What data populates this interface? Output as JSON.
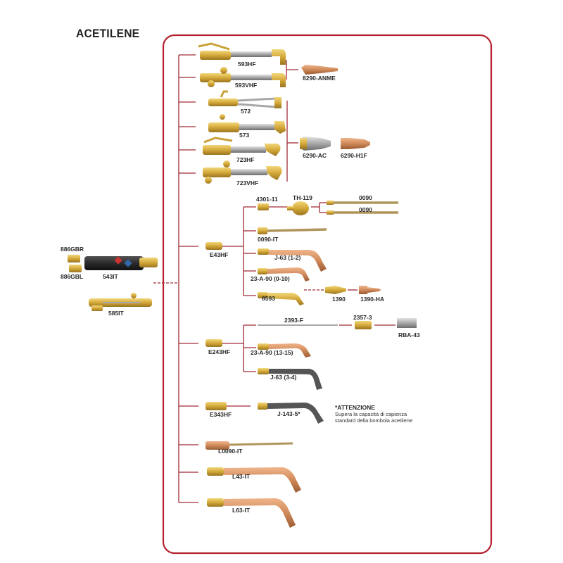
{
  "title": "ACETILENE",
  "labels": {
    "t593hf": "593HF",
    "t593vhf": "593VHF",
    "t8290": "8290-ANME",
    "t572": "572",
    "t573": "573",
    "t723hf": "723HF",
    "t723vhf": "723VHF",
    "t6290ac": "6290-AC",
    "t6290h1f": "6290-H1F",
    "t4301": "4301-11",
    "tth119": "TH-119",
    "t0090a": "0090",
    "t0090b": "0090",
    "t0090it": "0090-IT",
    "te43hf": "E43HF",
    "tj63a": "J-63 (1-2)",
    "t23a90a": "23-A-90 (0-10)",
    "t8593": "8593",
    "t1390": "1390",
    "t1390ha": "1390-HA",
    "t2393f": "2393-F",
    "t2357": "2357-3",
    "trba43": "RBA-43",
    "te243hf": "E243HF",
    "t23a90b": "23-A-90 (13-15)",
    "tj63b": "J-63 (3-4)",
    "te343hf": "E343HF",
    "tj143": "J-143-5*",
    "tl0090": "L0090-IT",
    "tl43": "L43-IT",
    "tl63": "L63-IT",
    "t886gbr": "886GBR",
    "t886gbl": "886GBL",
    "t543it": "543IT",
    "t585it": "585IT"
  },
  "note": {
    "heading": "*ATTENZIONE",
    "line1": "Supera la capacità di capienza",
    "line2": "standard della bombola acetilene"
  },
  "colors": {
    "frame": "#b5232f",
    "brass": "#d4a93a",
    "copper": "#d08a5a",
    "steel": "#9a9a9a",
    "black": "#1e1e1e"
  }
}
